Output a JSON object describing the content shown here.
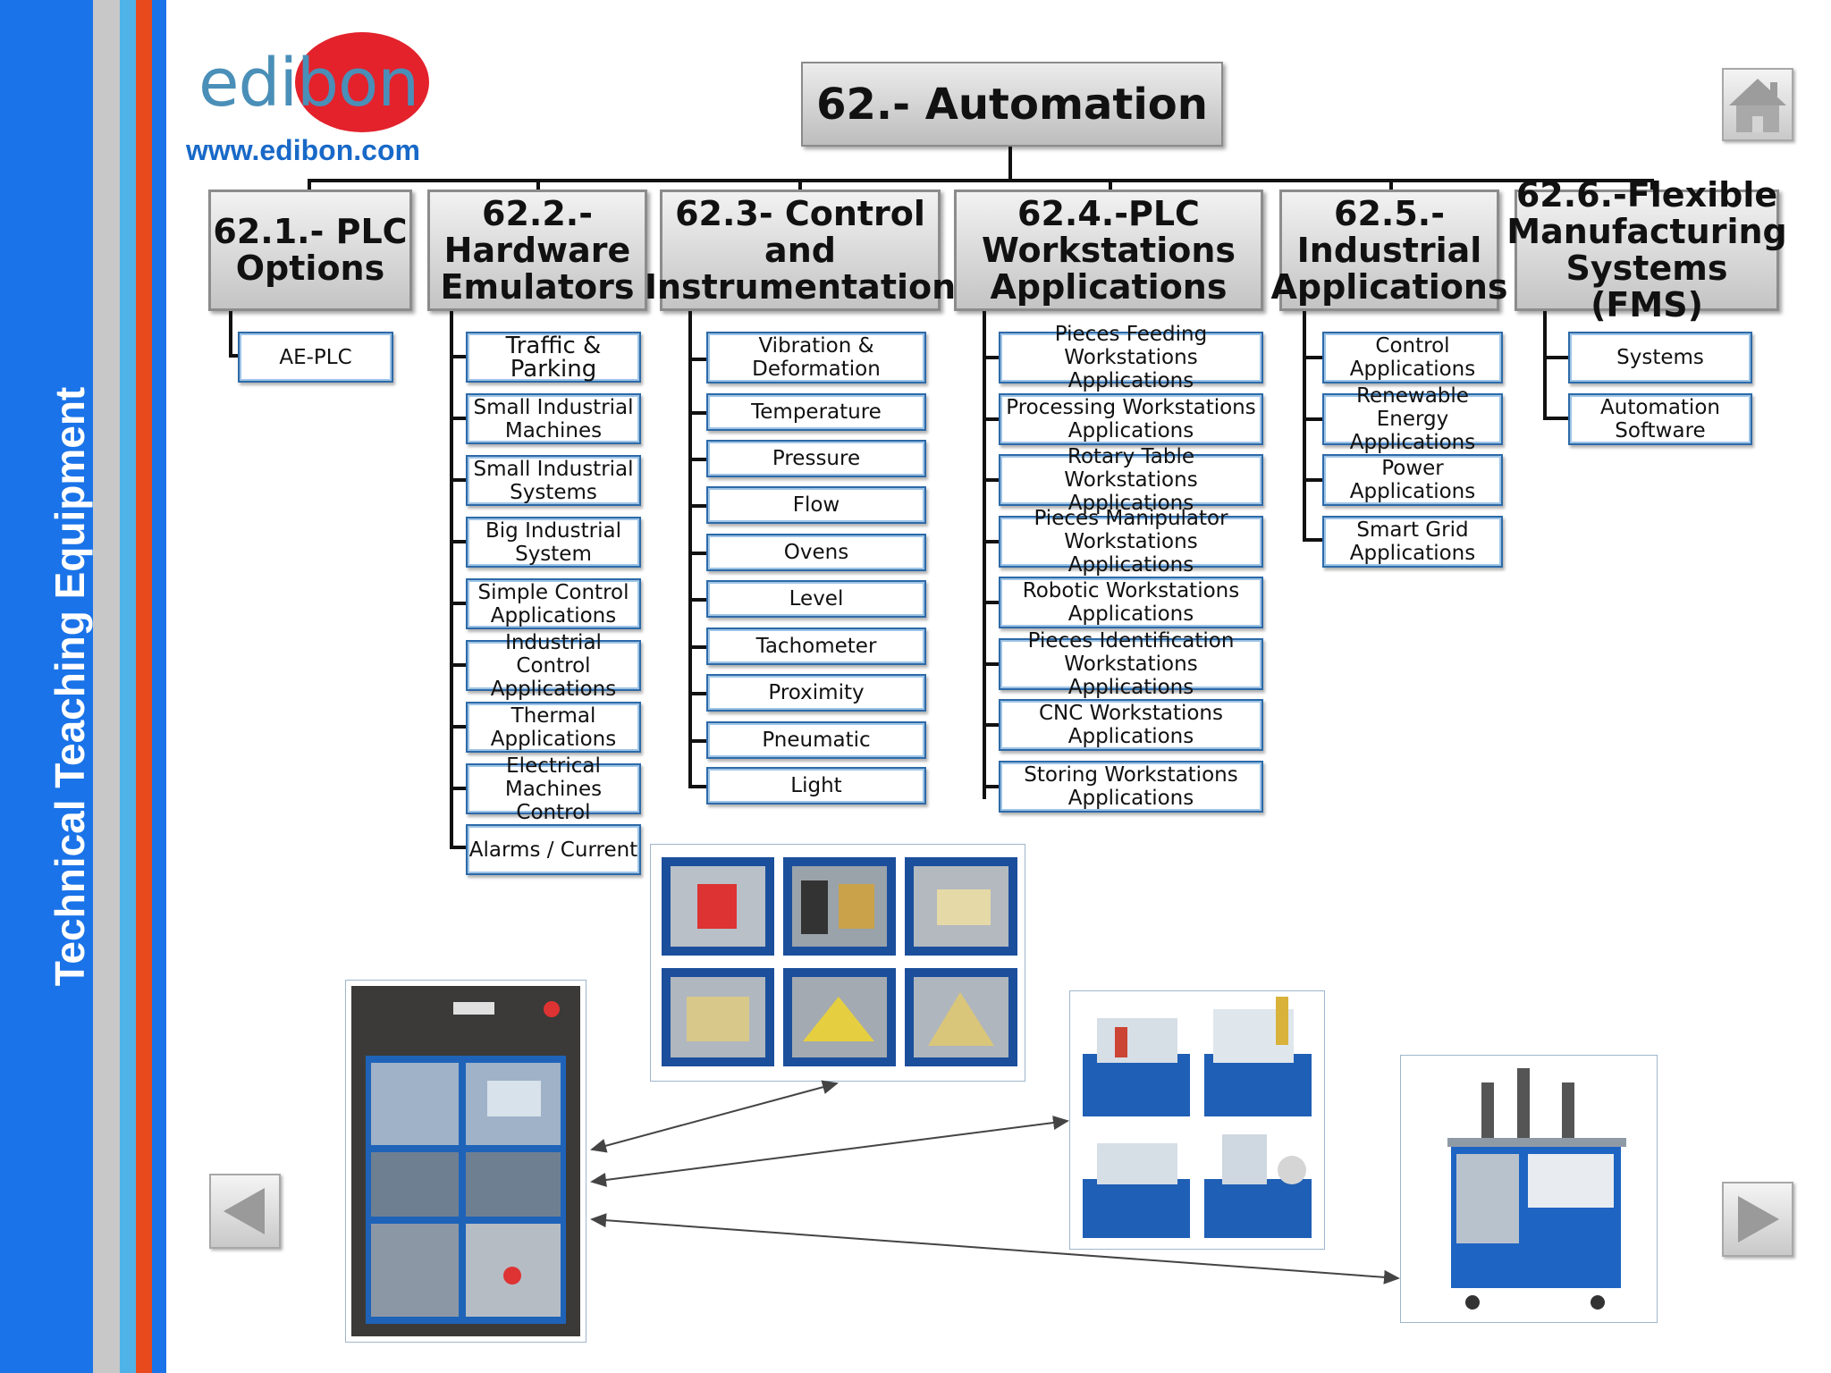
{
  "sidebar": {
    "label": "Technical Teaching Equipment"
  },
  "logo": {
    "brand": "edibon",
    "url": "www.edibon.com"
  },
  "title": "62.- Automation",
  "categories": [
    {
      "label": "62.1.- PLC\nOptions",
      "items": [
        "AE-PLC"
      ]
    },
    {
      "label": "62.2.-\nHardware\nEmulators",
      "items": [
        "Traffic & Parking",
        "Small Industrial\nMachines",
        "Small Industrial\nSystems",
        "Big Industrial\nSystem",
        "Simple Control\nApplications",
        "Industrial Control\nApplications",
        "Thermal\nApplications",
        "Electrical\nMachines Control",
        "Alarms / Current"
      ]
    },
    {
      "label": "62.3- Control\nand\nInstrumentation",
      "items": [
        "Vibration &\nDeformation",
        "Temperature",
        "Pressure",
        "Flow",
        "Ovens",
        "Level",
        "Tachometer",
        "Proximity",
        "Pneumatic",
        "Light"
      ]
    },
    {
      "label": "62.4.-PLC\nWorkstations\nApplications",
      "items": [
        "Pieces Feeding\nWorkstations Applications",
        "Processing Workstations\nApplications",
        "Rotary Table Workstations\nApplications",
        "Pieces Manipulator\nWorkstations Applications",
        "Robotic Workstations\nApplications",
        "Pieces Identification\nWorkstations Applications",
        "CNC Workstations\nApplications",
        "Storing Workstations\nApplications"
      ]
    },
    {
      "label": "62.5.-\nIndustrial\nApplications",
      "items": [
        "Control\nApplications",
        "Renewable Energy\nApplications",
        "Power\nApplications",
        "Smart Grid\nApplications"
      ]
    },
    {
      "label": "62.6.-Flexible\nManufacturing\nSystems (FMS)",
      "items": [
        "Systems",
        "Automation\nSoftware"
      ]
    }
  ],
  "icons": {
    "home": "home-icon",
    "prev": "arrow-left-icon",
    "next": "arrow-right-icon"
  },
  "colors": {
    "sidebar_blue": "#1a73e8",
    "stripe_red": "#e8491d",
    "stripe_light_blue": "#4fb3e8",
    "stripe_grey": "#c8c8c8",
    "item_border": "#2d6aa8"
  }
}
